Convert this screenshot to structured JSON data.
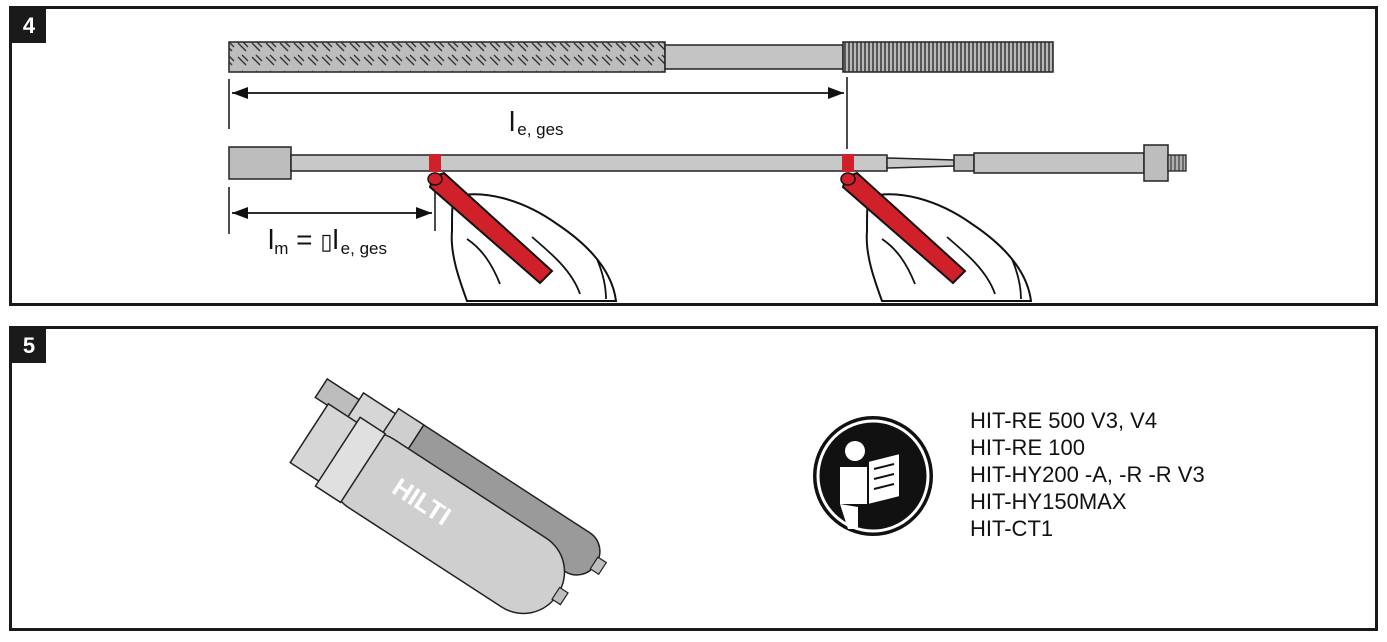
{
  "panels": [
    {
      "step": "4"
    },
    {
      "step": "5"
    }
  ],
  "step4": {
    "label_total_main": "l",
    "label_total_sub": "e, ges",
    "label_mark_main": "l",
    "label_mark_m": "m",
    "label_mark_eq": " = ",
    "label_mark_symbol": "▯",
    "label_mark_rhs_main": "l",
    "label_mark_rhs_sub": "e, ges",
    "marker_color": "#d0202a"
  },
  "step5": {
    "cartridge_brand": "HILTI",
    "icon": "read-manual-icon",
    "products": [
      "HIT-RE 500 V3, V4",
      "HIT-RE 100",
      "HIT-HY200 -A, -R -R V3",
      "HIT-HY150MAX",
      "HIT-CT1"
    ]
  }
}
